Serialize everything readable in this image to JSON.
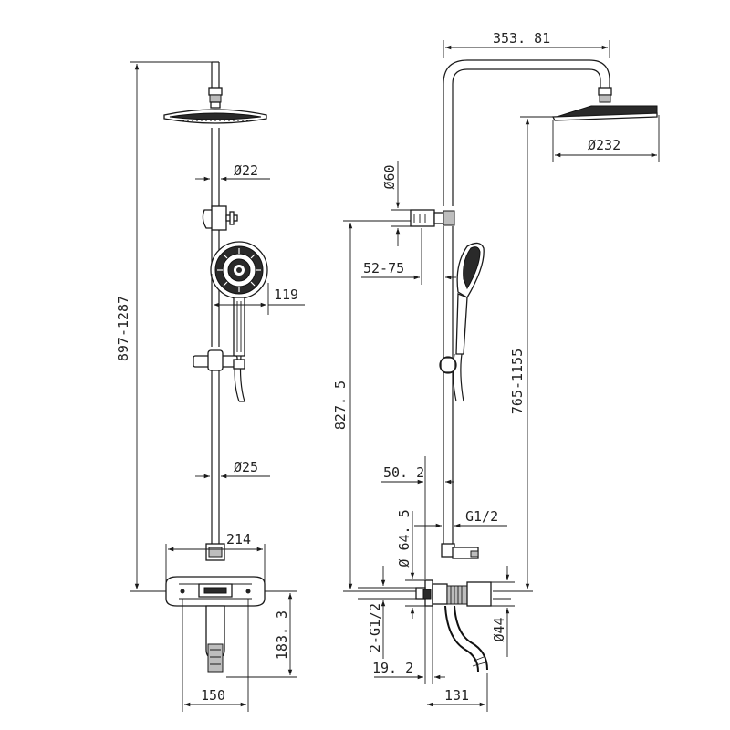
{
  "diagram": {
    "front_view": {
      "height_range": "897-1287",
      "rail_diameter": "Ø22",
      "handheld_extent": "119",
      "lower_rail_diameter": "Ø25",
      "mixer_width": "214",
      "spout_height": "183. 3",
      "wall_spacing": "150"
    },
    "side_view": {
      "arm_reach": "353. 81",
      "head_diameter": "Ø232",
      "bracket_diameter": "Ø60",
      "bracket_range": "52-75",
      "head_height": "765-1155",
      "holder_height": "827. 5",
      "rail_offset": "50. 2",
      "inlet_thread": "G1/2",
      "cover_diameter": "Ø 64. 5",
      "wall_threads": "2-G1/2",
      "spout_diameter": "Ø44",
      "base_depth": "19. 2",
      "spout_reach": "131"
    }
  }
}
